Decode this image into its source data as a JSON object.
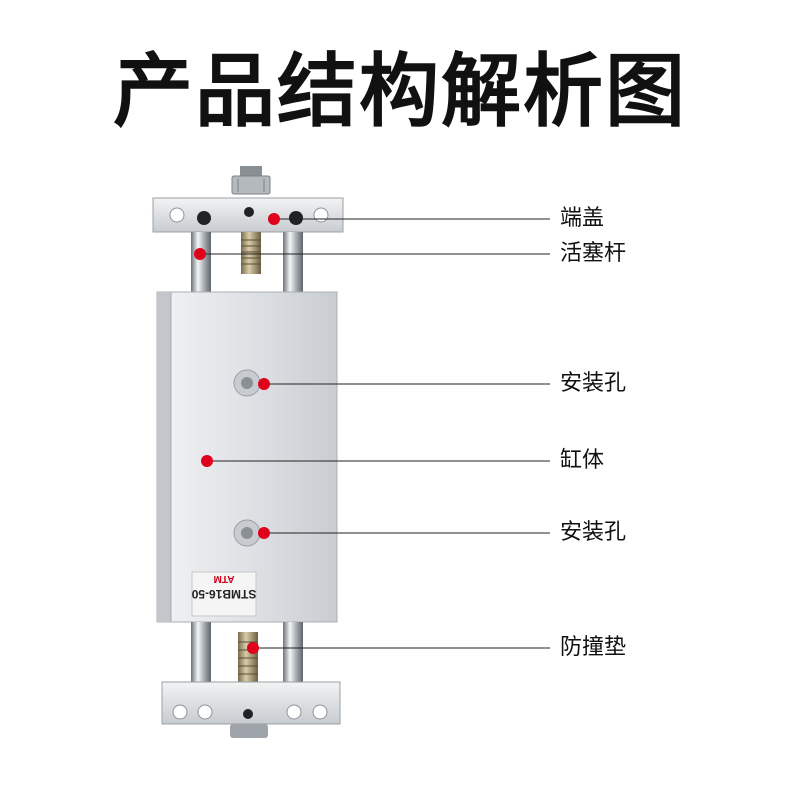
{
  "title": "产品结构解析图",
  "product": {
    "brand": "ATM",
    "model": "STMB16-50"
  },
  "callouts": [
    {
      "label": "端盖"
    },
    {
      "label": "活塞杆"
    },
    {
      "label": "安装孔"
    },
    {
      "label": "缸体"
    },
    {
      "label": "安装孔"
    },
    {
      "label": "防撞垫"
    }
  ],
  "colors": {
    "marker": "#e0001b",
    "line": "#222222",
    "body": "#d9dcdf"
  }
}
